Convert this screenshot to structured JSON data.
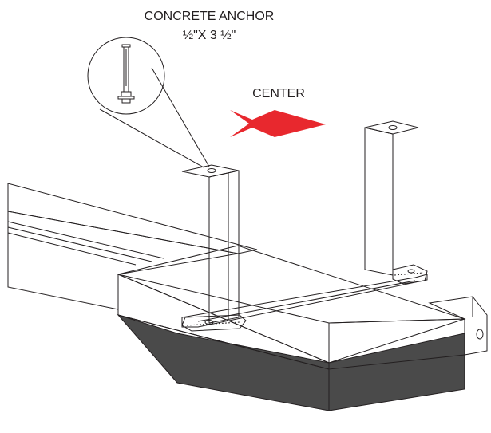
{
  "labels": {
    "anchor_title": "CONCRETE ANCHOR",
    "anchor_size": "½\"X 3 ½\"",
    "center": "CENTER"
  },
  "colors": {
    "center_mark": "#e8282e",
    "outline": "#231f20",
    "light_fill": "#ececec",
    "mid_fill": "#d9d9d9",
    "dark_fill": "#4a4a4a",
    "white": "#ffffff"
  }
}
